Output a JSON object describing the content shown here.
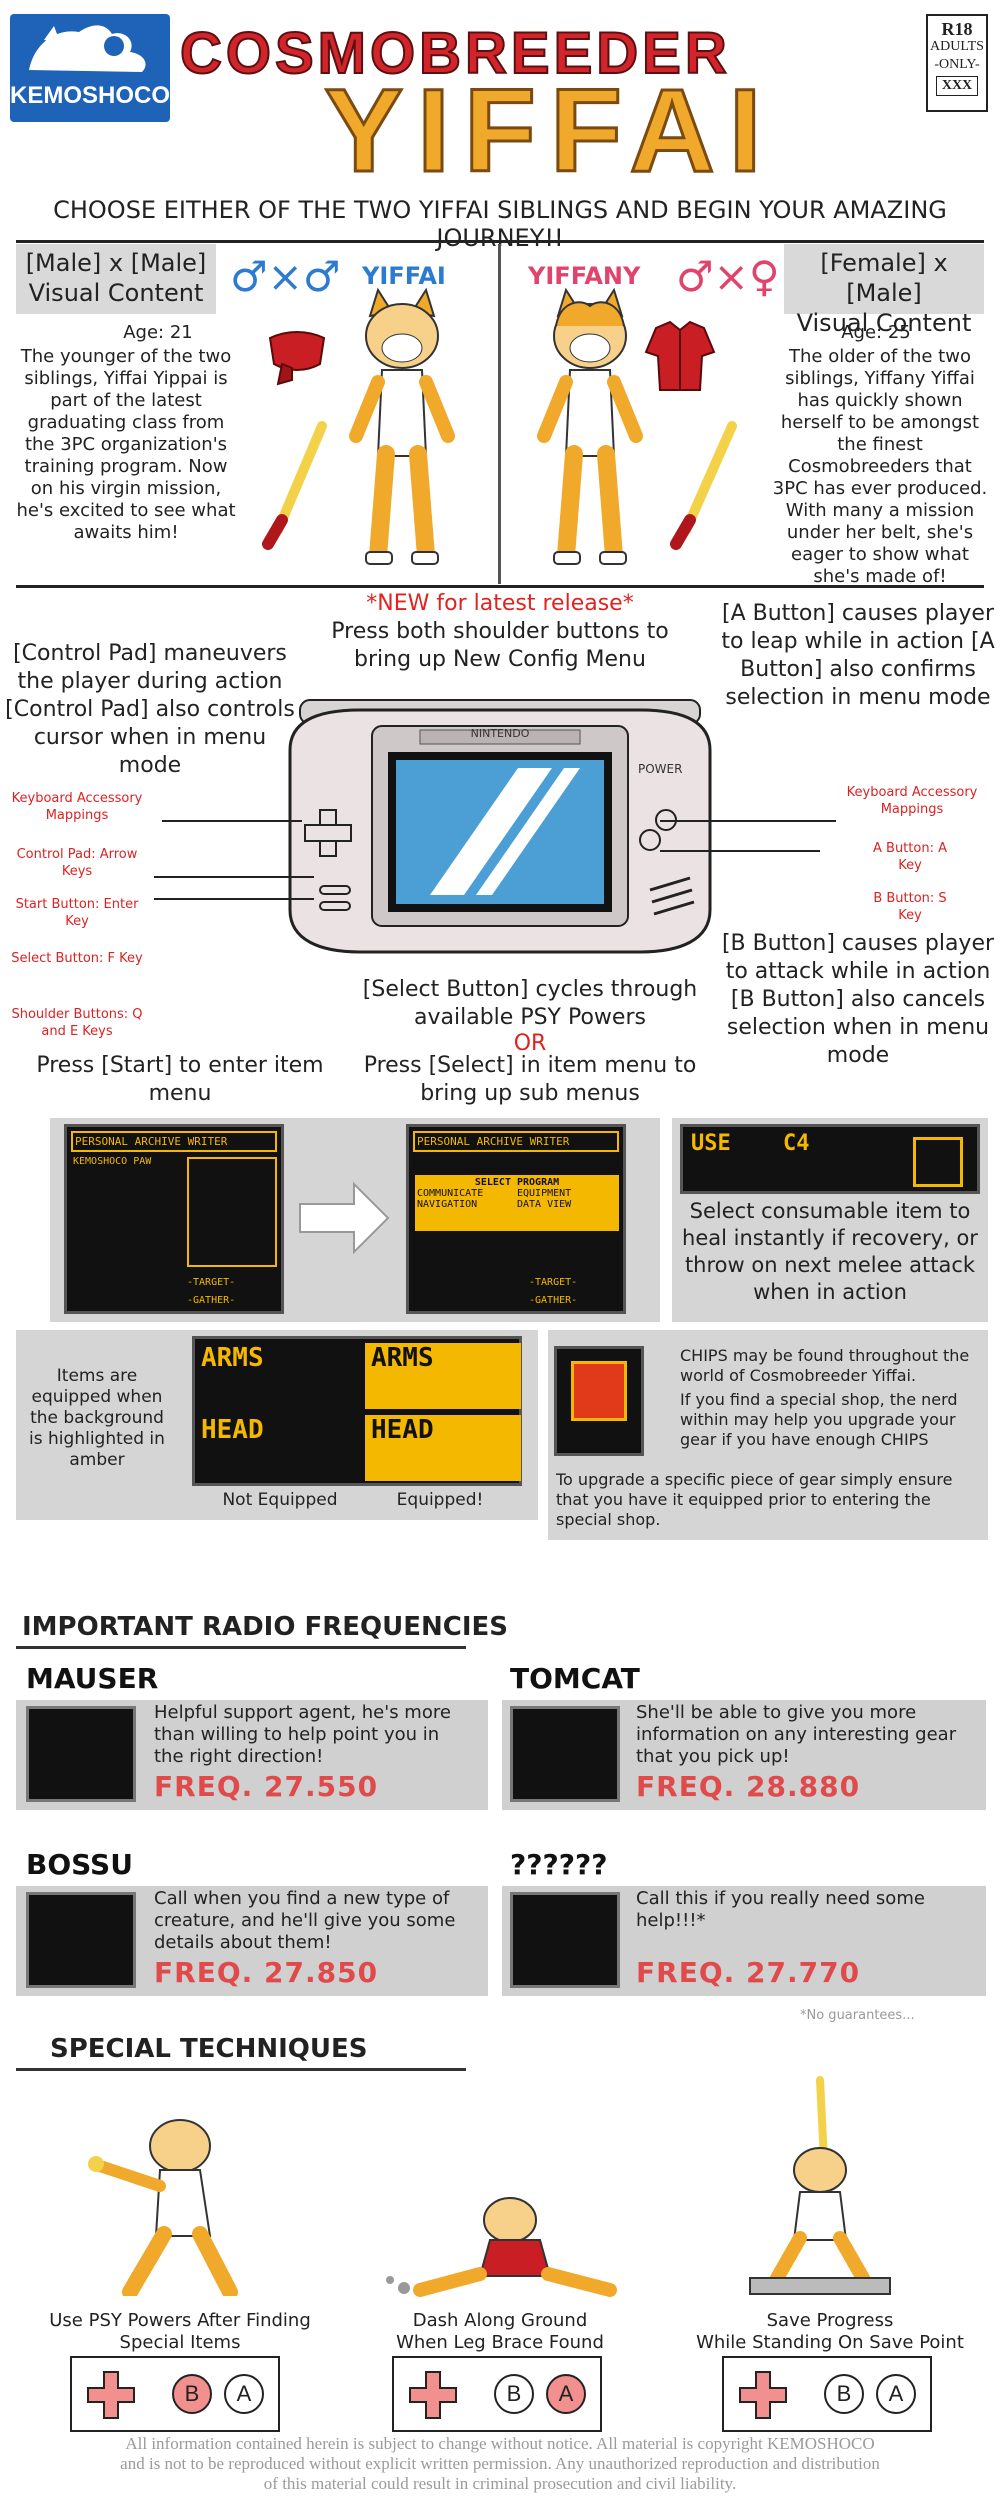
{
  "header": {
    "logo_text": "KEMOSHOCO",
    "title_top": "COSMOBREEDER",
    "title_main": "YIFFAI",
    "rating": {
      "line1": "R18",
      "line2": "ADULTS",
      "line3": "-ONLY-",
      "line4": "XXX"
    },
    "tagline": "CHOOSE EITHER OF THE TWO YIFFAI SIBLINGS AND BEGIN YOUR AMAZING JOURNEY!!"
  },
  "siblings": {
    "left": {
      "content_line1": "[Male] x [Male]",
      "content_line2": "Visual Content",
      "symbol": "♂×♂",
      "name": "YIFFAI",
      "age": "Age: 21",
      "bio": "The younger of the two siblings, Yiffai Yippai is part of the latest graduating class from the 3PC organization's training program. Now on his virgin mission, he's excited to see what awaits him!"
    },
    "right": {
      "content_line1": "[Female] x [Male]",
      "content_line2": "Visual Content",
      "symbol": "♂×♀",
      "name": "YIFFANY",
      "age": "Age: 25",
      "bio": "The older of the two siblings, Yiffany Yiffai has quickly shown herself to be amongst the finest Cosmobreeders that 3PC has ever produced. With many a mission under her belt, she's eager to show what she's made of!"
    }
  },
  "controls": {
    "new_release": "*NEW for latest release*",
    "shoulder": "Press both shoulder buttons to bring up New Config Menu",
    "control_pad": "[Control Pad] maneuvers the player during action [Control Pad] also controls cursor when in menu mode",
    "a_button": "[A Button] causes player to leap while in action [A Button] also confirms selection in menu mode",
    "b_button": "[B Button] causes player to attack while in action [B Button] also cancels selection when in menu mode",
    "select": "[Select Button] cycles through available PSY Powers",
    "or": "OR",
    "select_sub": "Press [Select] in item menu to bring up sub menus",
    "start": "Press [Start] to enter item menu",
    "keyboard_left": {
      "title": "Keyboard Accessory Mappings",
      "items": [
        "Control Pad: Arrow Keys",
        "Start Button: Enter Key",
        "Select Button: F Key",
        "Shoulder Buttons: Q and E Keys"
      ]
    },
    "keyboard_right": {
      "title": "Keyboard Accessory Mappings",
      "items": [
        "A Button: A Key",
        "B Button: S Key"
      ]
    },
    "gba_brand": "NINTENDO",
    "gba_power": "POWER"
  },
  "screens": {
    "archive_title": "PERSONAL ARCHIVE WRITER",
    "company": "KEMOSHOCO PAW",
    "select_program": "SELECT PROGRAM",
    "menu_items": [
      "COMMUNICATE",
      "EQUIPMENT",
      "NAVIGATION",
      "DATA VIEW"
    ],
    "target": "-TARGET-",
    "gather": "-GATHER-",
    "use_label": "USE",
    "c4_label": "C4",
    "consumable_desc": "Select consumable item to heal instantly if recovery, or throw on next melee attack when in action"
  },
  "equip": {
    "desc": "Items are equipped when the background is highlighted in amber",
    "arms": "ARMS",
    "head": "HEAD",
    "not_equipped": "Not Equipped",
    "equipped": "Equipped!",
    "chips_1": "CHIPS may be found throughout the world of Cosmobreeder Yiffai.",
    "chips_2": "If you find a special shop, the nerd within may help you upgrade your gear if you have enough CHIPS",
    "chips_3": "To upgrade a specific piece of gear simply ensure that you have it equipped prior to entering the special shop."
  },
  "radio": {
    "title": "IMPORTANT RADIO FREQUENCIES",
    "contacts": [
      {
        "name": "MAUSER",
        "desc": "Helpful support agent, he's more than willing to help point you in the right direction!",
        "freq": "FREQ. 27.550"
      },
      {
        "name": "TOMCAT",
        "desc": "She'll be able to give you more information on any interesting gear that you pick up!",
        "freq": "FREQ. 28.880"
      },
      {
        "name": "BOSSU",
        "desc": "Call when you find a new type of creature, and he'll give you some details about them!",
        "freq": "FREQ. 27.850"
      },
      {
        "name": "??????",
        "desc": "Call this if you really need some help!!!*",
        "freq": "FREQ. 27.770"
      }
    ],
    "footnote": "*No guarantees..."
  },
  "techniques": {
    "title": "SPECIAL TECHNIQUES",
    "items": [
      {
        "caption1": "Use PSY Powers After Finding",
        "caption2": "Special Items",
        "b": "B",
        "a": "A",
        "hot": "b"
      },
      {
        "caption1": "Dash Along Ground",
        "caption2": "When Leg Brace Found",
        "b": "B",
        "a": "A",
        "hot": "a"
      },
      {
        "caption1": "Save Progress",
        "caption2": "While Standing On Save Point",
        "b": "B",
        "a": "A",
        "hot": "none"
      }
    ]
  },
  "footer": {
    "line1": "All information contained herein is subject to change without notice. All material is copyright KEMOSHOCO",
    "line2": "and is not to be reproduced without explicit written permission. Any unauthorized reproduction and distribution",
    "line3": "of this material could result in criminal prosecution and civil liability."
  },
  "colors": {
    "amber": "#f5b800",
    "red": "#e0231e",
    "blue": "#2c7bd0",
    "pink": "#e0446c",
    "orange": "#f0a92a"
  }
}
